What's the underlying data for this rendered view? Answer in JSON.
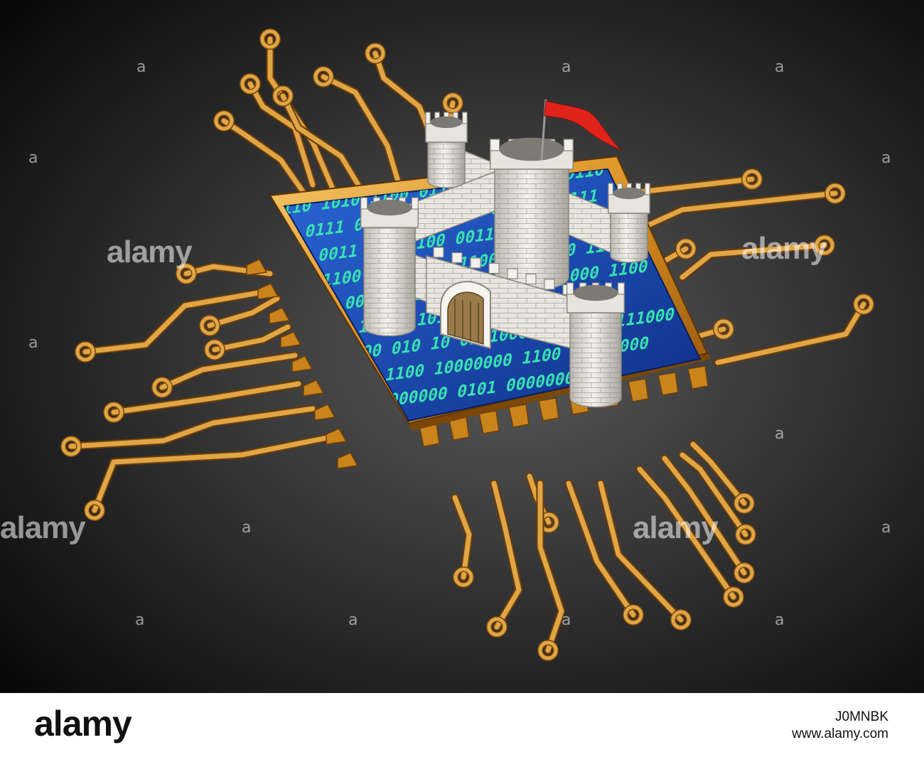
{
  "watermark": {
    "brand": "alamy",
    "mark": "a"
  },
  "footer": {
    "logo": "alamy",
    "image_id": "J0MNBK",
    "site": "www.alamy.com"
  },
  "binary_rows": [
    "1100  0110  1010",
    "0000000  0111",
    "101  1100  0011",
    "0000000  11100",
    "00000  1100  0000",
    "11100  10111",
    "010  10  0111000",
    "1100  10000000",
    "0000000  0101"
  ],
  "colors": {
    "background": "#0c0c0c",
    "trace": "#e0a545",
    "chip_blue": "#1d4fb8",
    "binary_text": "#39e2b0",
    "castle": "#eceae4",
    "flag": "#e0241c"
  }
}
